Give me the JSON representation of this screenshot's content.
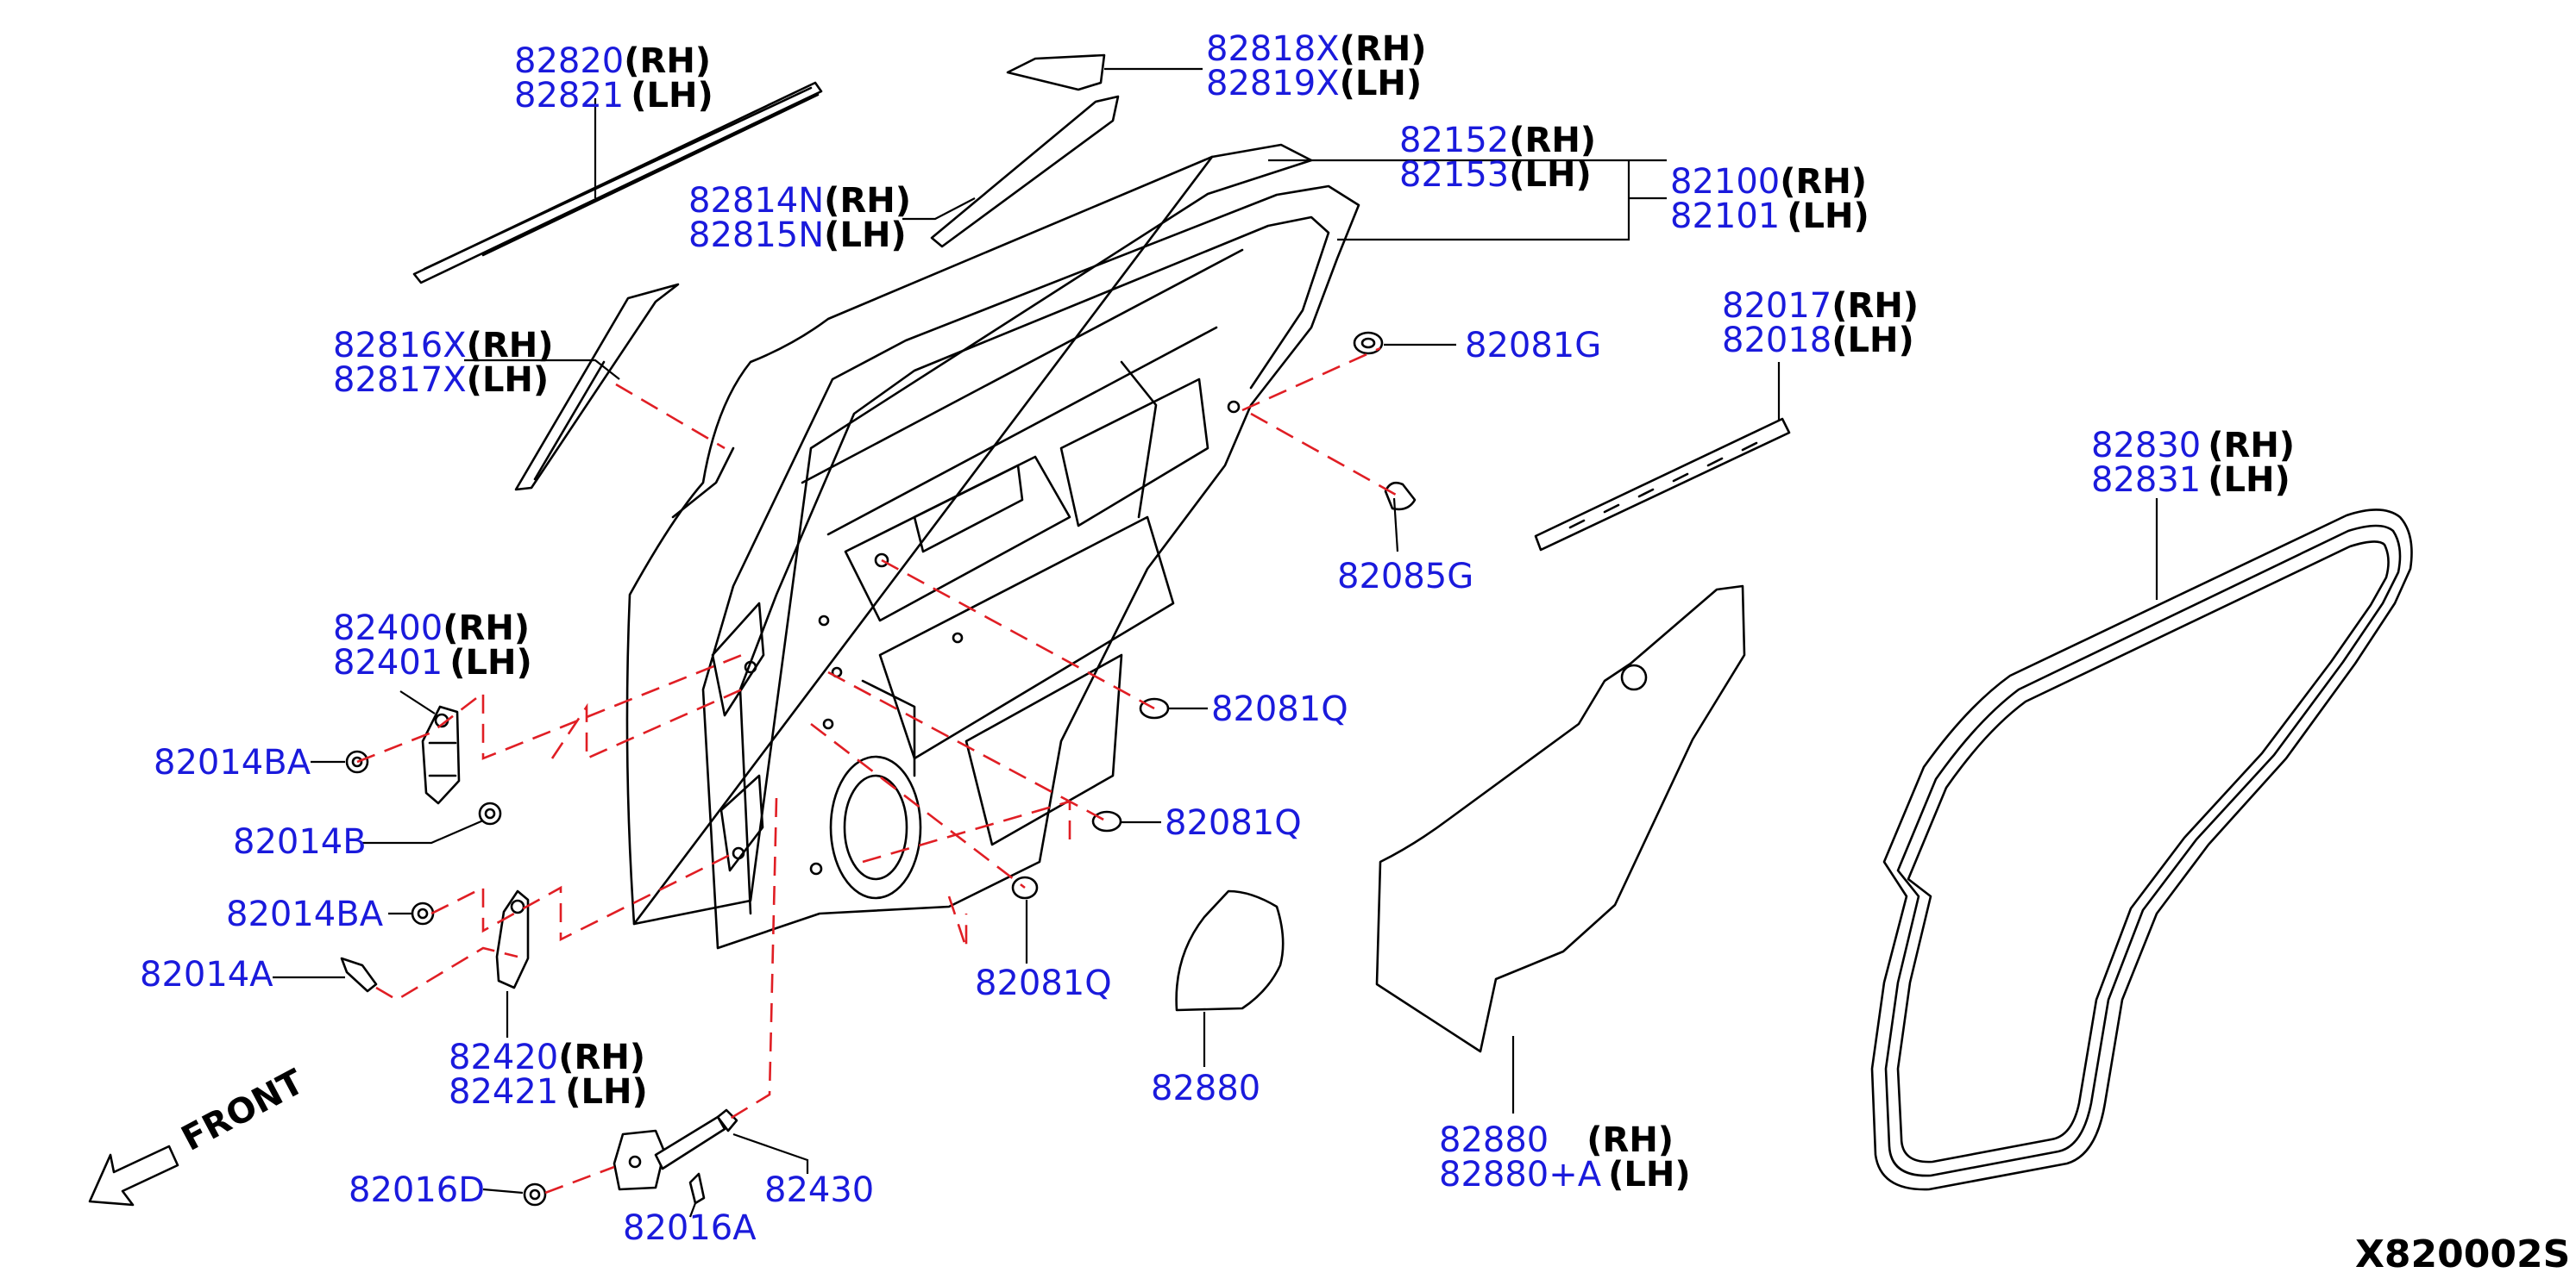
{
  "diagram_code": "X820002S",
  "front_label": "FRONT",
  "labels": {
    "sash_rh": {
      "num": "82820",
      "side": "(RH)"
    },
    "sash_lh": {
      "num": "82821",
      "side": "(LH)"
    },
    "tape_top_rh": {
      "num": "82818X",
      "side": "(RH)"
    },
    "tape_top_lh": {
      "num": "82819X",
      "side": "(LH)"
    },
    "tape_mid_rh": {
      "num": "82814N",
      "side": "(RH)"
    },
    "tape_mid_lh": {
      "num": "82815N",
      "side": "(LH)"
    },
    "panel_rh": {
      "num": "82152",
      "side": "(RH)"
    },
    "panel_lh": {
      "num": "82153",
      "side": "(LH)"
    },
    "door_rh": {
      "num": "82100",
      "side": "(RH)"
    },
    "door_lh": {
      "num": "82101",
      "side": "(LH)"
    },
    "tape_front_rh": {
      "num": "82816X",
      "side": "(RH)"
    },
    "tape_front_lh": {
      "num": "82817X",
      "side": "(LH)"
    },
    "grommet_g": {
      "num": "82081G",
      "side": ""
    },
    "molding_rh": {
      "num": "82017",
      "side": "(RH)"
    },
    "molding_lh": {
      "num": "82018",
      "side": "(LH)"
    },
    "plug_g": {
      "num": "82085G",
      "side": ""
    },
    "weatherstrip_rh": {
      "num": "82830",
      "side": "(RH)"
    },
    "weatherstrip_lh": {
      "num": "82831",
      "side": "(LH)"
    },
    "hinge_upper_rh": {
      "num": "82400",
      "side": "(RH)"
    },
    "hinge_upper_lh": {
      "num": "82401",
      "side": "(LH)"
    },
    "nut_ba_1": {
      "num": "82014BA",
      "side": ""
    },
    "bolt_b": {
      "num": "82014B",
      "side": ""
    },
    "nut_ba_2": {
      "num": "82014BA",
      "side": ""
    },
    "bolt_a": {
      "num": "82014A",
      "side": ""
    },
    "hinge_lower_rh": {
      "num": "82420",
      "side": "(RH)"
    },
    "hinge_lower_lh": {
      "num": "82421",
      "side": "(LH)"
    },
    "plug_q_1": {
      "num": "82081Q",
      "side": ""
    },
    "plug_q_2": {
      "num": "82081Q",
      "side": ""
    },
    "plug_q_3": {
      "num": "82081Q",
      "side": ""
    },
    "screen_small": {
      "num": "82880",
      "side": ""
    },
    "screen_rh": {
      "num": "82880",
      "side": "(RH)"
    },
    "screen_lh": {
      "num": "82880+A",
      "side": "(LH)"
    },
    "check_bolt_d": {
      "num": "82016D",
      "side": ""
    },
    "check_bolt_a": {
      "num": "82016A",
      "side": ""
    },
    "check_link": {
      "num": "82430",
      "side": ""
    }
  }
}
